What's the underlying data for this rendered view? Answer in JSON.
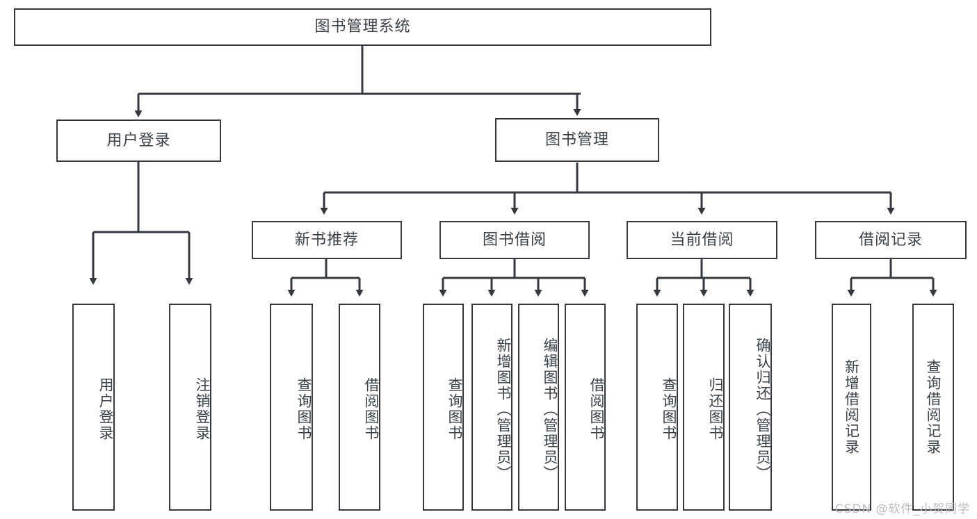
{
  "diagram": {
    "type": "tree",
    "title": "图书管理系统",
    "stroke_color": "#33393f",
    "text_color": "#3a4148",
    "background": "#ffffff",
    "watermark": "CSDN @软件_小贺同学",
    "root": {
      "label": "图书管理系统"
    },
    "level2": [
      {
        "label": "用户登录"
      },
      {
        "label": "图书管理"
      }
    ],
    "level3": [
      {
        "label": "新书推荐"
      },
      {
        "label": "图书借阅"
      },
      {
        "label": "当前借阅"
      },
      {
        "label": "借阅记录"
      }
    ],
    "leaves": {
      "user_login": [
        {
          "label": "用户登录"
        },
        {
          "label": "注销登录"
        }
      ],
      "new_book": [
        {
          "label": "查询图书"
        },
        {
          "label": "借阅图书"
        }
      ],
      "book_borrow": [
        {
          "label": "查询图书"
        },
        {
          "label": "新增图书（管理员）"
        },
        {
          "label": "编辑图书（管理员）"
        },
        {
          "label": "借阅图书"
        }
      ],
      "current_borrow": [
        {
          "label": "查询图书"
        },
        {
          "label": "归还图书"
        },
        {
          "label": "确认归还（管理员）"
        }
      ],
      "borrow_record": [
        {
          "label": "新增借阅记录"
        },
        {
          "label": "查询借阅记录"
        }
      ]
    }
  }
}
